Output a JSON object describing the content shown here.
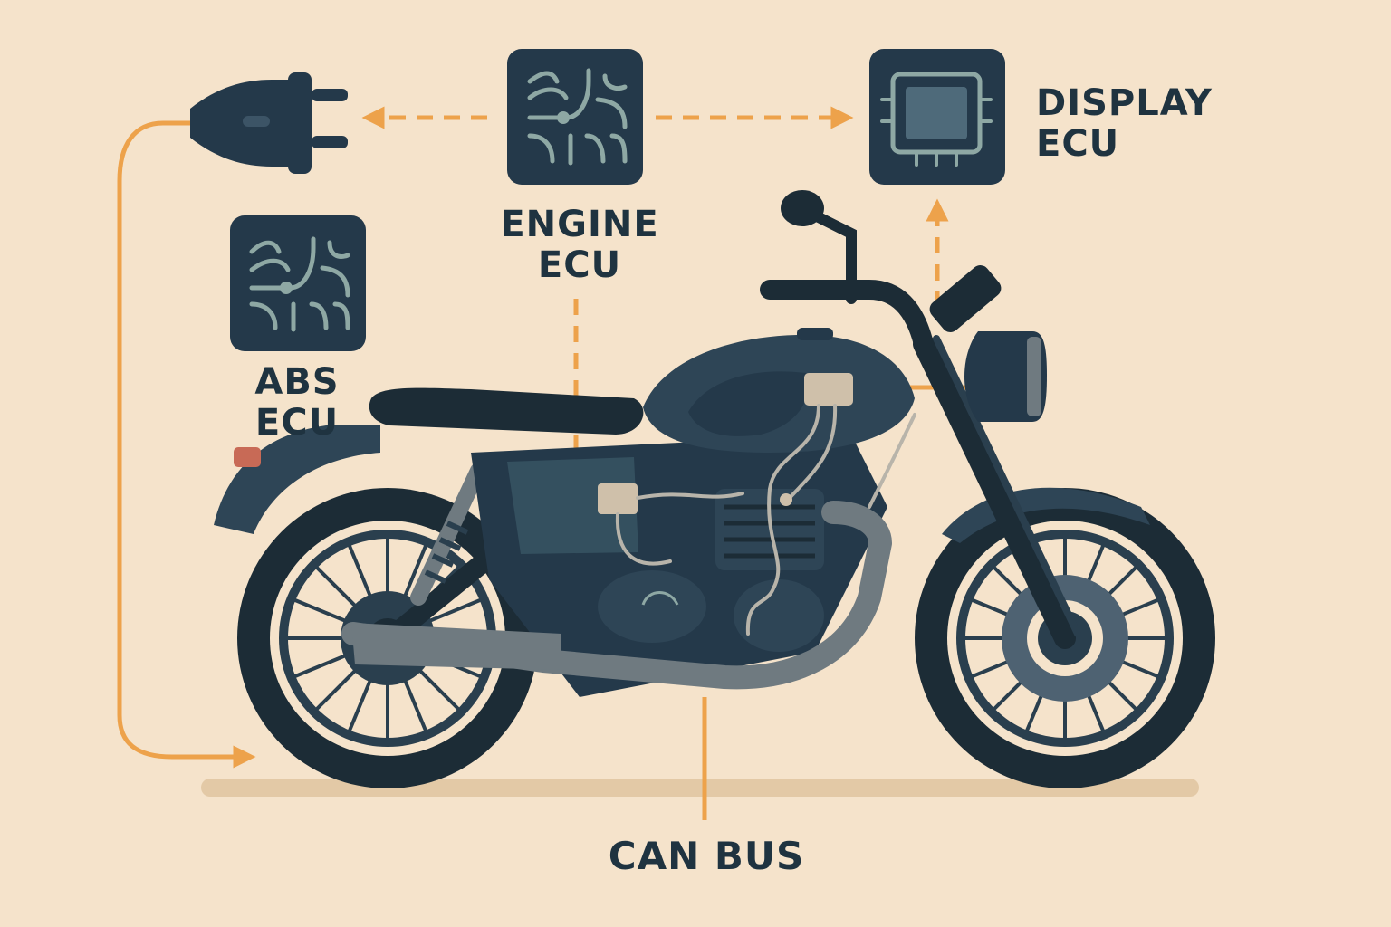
{
  "labels": {
    "engine_ecu": {
      "line1": "ENGINE",
      "line2": "ECU"
    },
    "display_ecu": {
      "line1": "DISPLAY",
      "line2": "ECU"
    },
    "abs_ecu": {
      "line1": "ABS",
      "line2": "ECU"
    },
    "can_bus": "CAN BUS"
  },
  "colors": {
    "background": "#f5e3cb",
    "module_fill": "#24394a",
    "circuit": "#8ea8a4",
    "connector_arrow": "#eda24b",
    "bike_body": "#2e4556",
    "bike_dark": "#1c2c36",
    "exhaust": "#6f7a80",
    "text": "#1f3340"
  },
  "icons": [
    "plug-icon",
    "engine-ecu-chip-icon",
    "display-ecu-chip-icon",
    "abs-ecu-chip-icon"
  ]
}
